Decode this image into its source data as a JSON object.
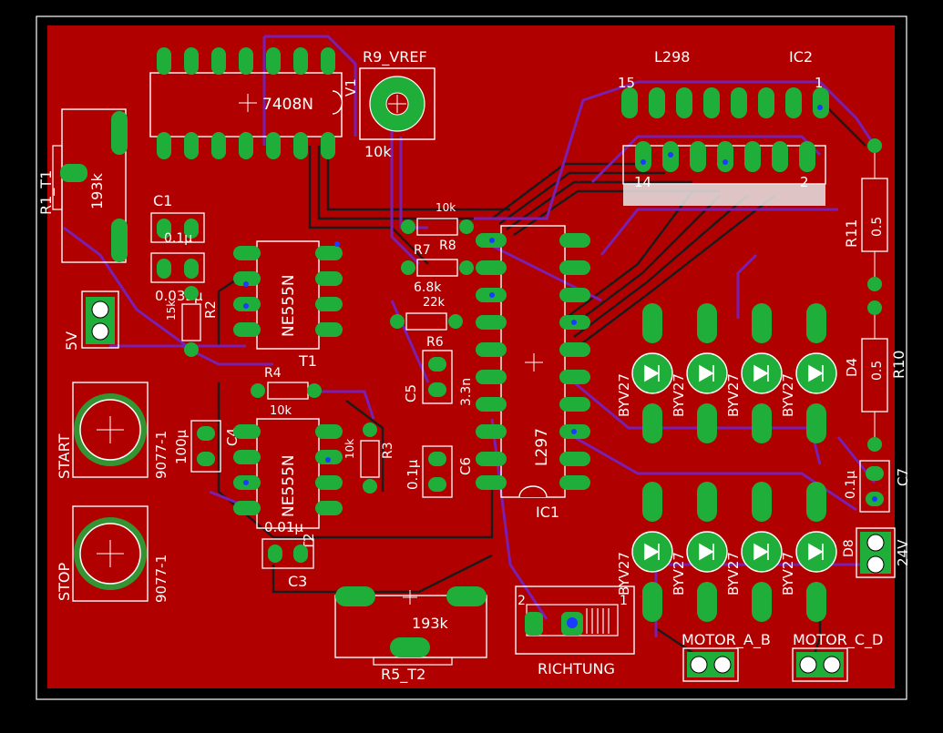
{
  "colors": {
    "background": "#000000",
    "board": "#b10000",
    "copper_top": "#7a1fb0",
    "copper_bottom": "#1a1a1a",
    "pad": "#1fae3a",
    "drill_via": "#1a3cff",
    "silk": "#ffffff",
    "pad_dot": "#f5a800"
  },
  "labels": {
    "r9_vref": "R9_VREF",
    "v1": "V1",
    "l298": "L298",
    "ic2": "IC2",
    "pin15": "15",
    "pin1_ic2": "1",
    "pin14": "14",
    "pin2_ic2": "2",
    "ic7408": "7408N",
    "r1_t1": "R1_T1",
    "val_193k_a": "193k",
    "c1": "C1",
    "c1_val_a": "0.1µ",
    "c1_val_b": "0.033µ",
    "ne555_top": "NE555N",
    "t1": "T1",
    "r2": "R2",
    "r2_val": "15k",
    "v5": "5V",
    "r9_val": "10k",
    "r8": "R8",
    "r8_val": "10k",
    "r7": "R7",
    "r7_val": "6.8k",
    "r6": "R6",
    "r6_val": "22k",
    "c5": "C5",
    "c5_val": "3.3n",
    "r11": "R11",
    "r11_val": "0.5",
    "r10": "R10",
    "r10_val": "0.5",
    "d4": "D4",
    "r4": "R4",
    "r4_val": "10k",
    "start": "START",
    "start_part": "9077-1",
    "c4": "C4",
    "c4_val": "100µ",
    "ne555_bottom": "NE555N",
    "r3": "R3",
    "r3_val": "10k",
    "c6": "C6",
    "c6_val": "0.1µ",
    "l297": "L297",
    "ic1": "IC1",
    "c7": "C7",
    "c7_val": "0.1µ",
    "stop": "STOP",
    "stop_part": "9077-1",
    "c3": "C3",
    "c3_val": "0.01µ",
    "t2": "T2",
    "val_193k_b": "193k",
    "r5_t2": "R5_T2",
    "richtung": "RICHTUNG",
    "richtung_pin2": "2",
    "richtung_pin1": "1",
    "d8": "D8",
    "v24": "24V",
    "motor_ab": "MOTOR_A_B",
    "motor_cd": "MOTOR_C_D",
    "byv27": "BYV27",
    "d_row1": [
      "BYV27",
      "BYV27",
      "BYV27",
      "BYV27"
    ],
    "d_row2": [
      "BYV27",
      "BYV27",
      "BYV27",
      "BYV27"
    ]
  }
}
